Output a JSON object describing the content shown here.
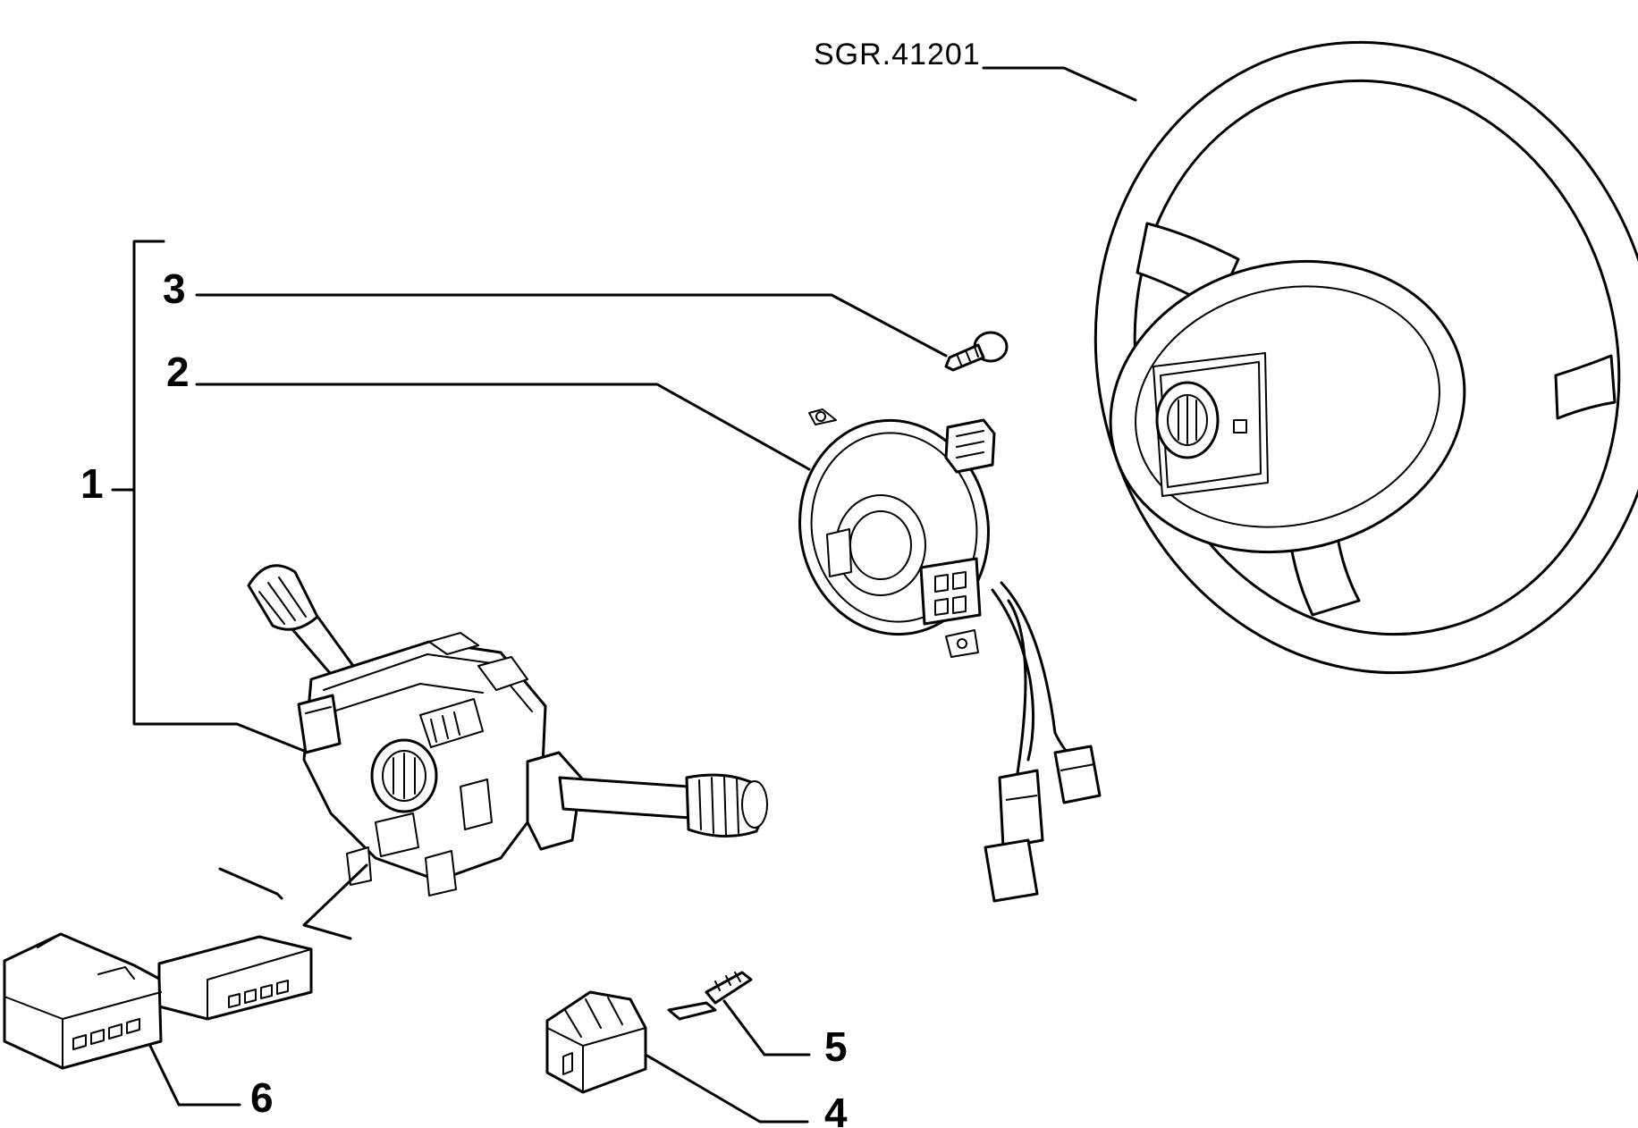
{
  "drawing_ref": "SGR.41201",
  "callouts": [
    {
      "id": "1",
      "part": "steering-column-switch-assembly"
    },
    {
      "id": "2",
      "part": "clock-spring"
    },
    {
      "id": "3",
      "part": "screw"
    },
    {
      "id": "4",
      "part": "connector-housing"
    },
    {
      "id": "5",
      "part": "terminal"
    },
    {
      "id": "6",
      "part": "connector"
    }
  ],
  "colors": {
    "ink": "#000000",
    "paper": "#ffffff"
  }
}
